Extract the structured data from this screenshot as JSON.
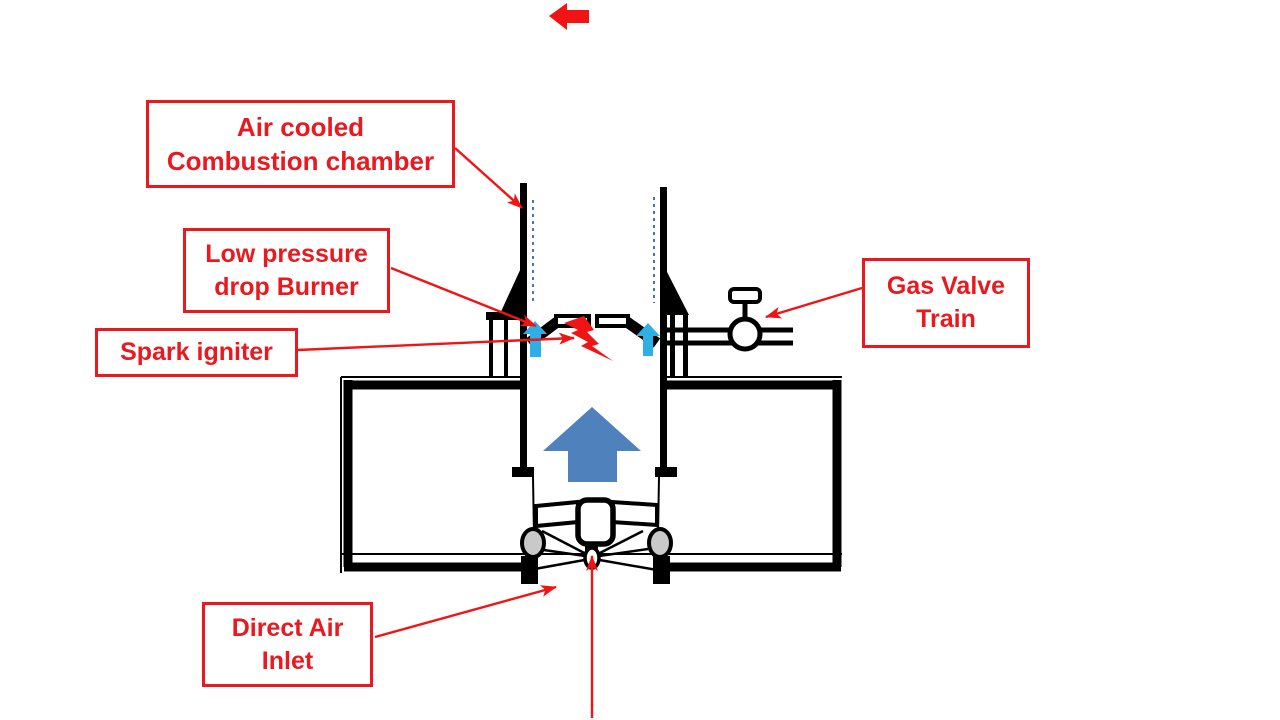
{
  "diagram": {
    "labels": {
      "air_cooled": "Air cooled\nCombustion chamber",
      "low_pressure": "Low pressure\ndrop Burner",
      "spark_igniter": "Spark igniter",
      "gas_valve": "Gas Valve\nTrain",
      "direct_air": "Direct Air\nInlet"
    },
    "colors": {
      "label_red": "#e8191f",
      "arrow_red": "#f01414",
      "flow_blue": "#2eafe5",
      "big_arrow_blue": "#4f81bd",
      "dash_blue": "#4576b8",
      "line_black": "#000000",
      "wheel_gray": "#c9c9c9"
    }
  }
}
